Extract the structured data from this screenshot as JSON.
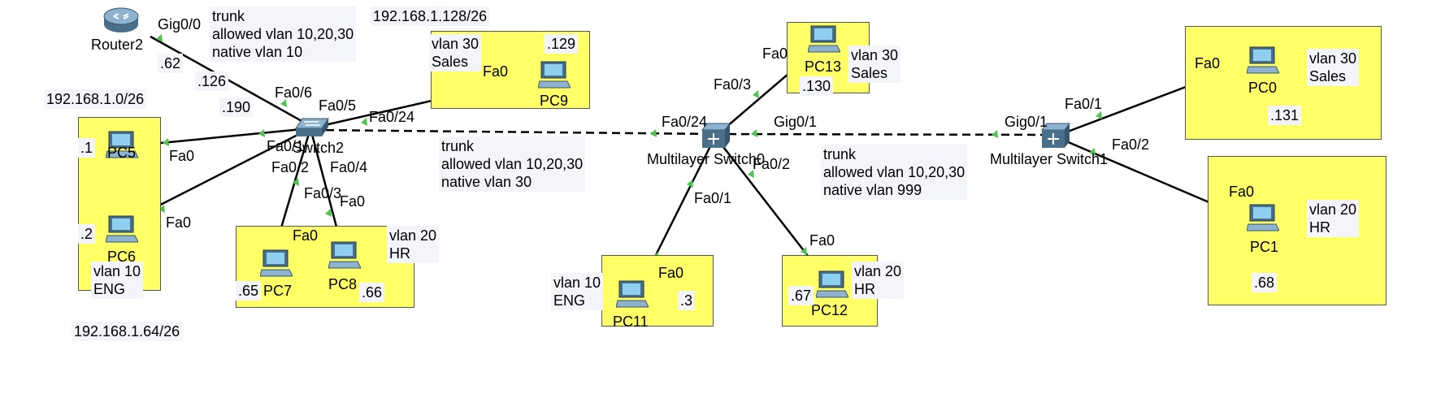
{
  "colors": {
    "zone_fill": "#ffff66",
    "link": "#000000",
    "port_marker": "#4fc24f",
    "note_bg": "#f4f4fb"
  },
  "devices": {
    "router2": {
      "name": "Router2",
      "icon": "router-icon"
    },
    "switch2": {
      "name": "Switch2",
      "icon": "switch-icon"
    },
    "mls": {
      "name": "Multilayer Switch0",
      "icon": "multilayer-switch-icon"
    },
    "mls1": {
      "name": "Multilayer Switch1",
      "icon": "multilayer-switch-icon"
    },
    "pc5": {
      "name": "PC5",
      "ip": ".1"
    },
    "pc6": {
      "name": "PC6",
      "ip": ".2"
    },
    "pc7": {
      "name": "PC7",
      "ip": ".65"
    },
    "pc8": {
      "name": "PC8",
      "ip": ".66"
    },
    "pc9": {
      "name": "PC9",
      "ip": ".129"
    },
    "pc13": {
      "name": "PC13",
      "ip": ".130"
    },
    "pc11": {
      "name": "PC11",
      "ip": ".3"
    },
    "pc12": {
      "name": "PC12",
      "ip": ".67"
    },
    "pc0": {
      "name": "PC0",
      "ip": ".131"
    },
    "pc1": {
      "name": "PC1",
      "ip": ".68"
    }
  },
  "subnets": {
    "a": "192.168.1.0/26",
    "b": "192.168.1.64/26",
    "c": "192.168.1.128/26"
  },
  "interface_ips": {
    "router": ".62",
    "router_sub": ".126",
    "router_sub2": ".190"
  },
  "vlans": {
    "eng": [
      "vlan 10",
      "ENG"
    ],
    "hr": [
      "vlan 20",
      "HR"
    ],
    "sales": [
      "vlan 30",
      "Sales"
    ]
  },
  "trunks": {
    "router": [
      "trunk",
      "allowed vlan 10,20,30",
      "native vlan 10"
    ],
    "core": [
      "trunk",
      "allowed vlan 10,20,30",
      "native vlan 30"
    ],
    "dist": [
      "trunk",
      "allowed vlan 10,20,30",
      "native vlan 999"
    ]
  },
  "ports": {
    "gig00": "Gig0/0",
    "fa06": "Fa0/6",
    "fa05": "Fa0/5",
    "fa024": "Fa0/24",
    "fa01": "Fa0/1",
    "fa02": "Fa0/2",
    "fa03": "Fa0/3",
    "fa04": "Fa0/4",
    "fa0": "Fa0",
    "gig01": "Gig0/1"
  }
}
